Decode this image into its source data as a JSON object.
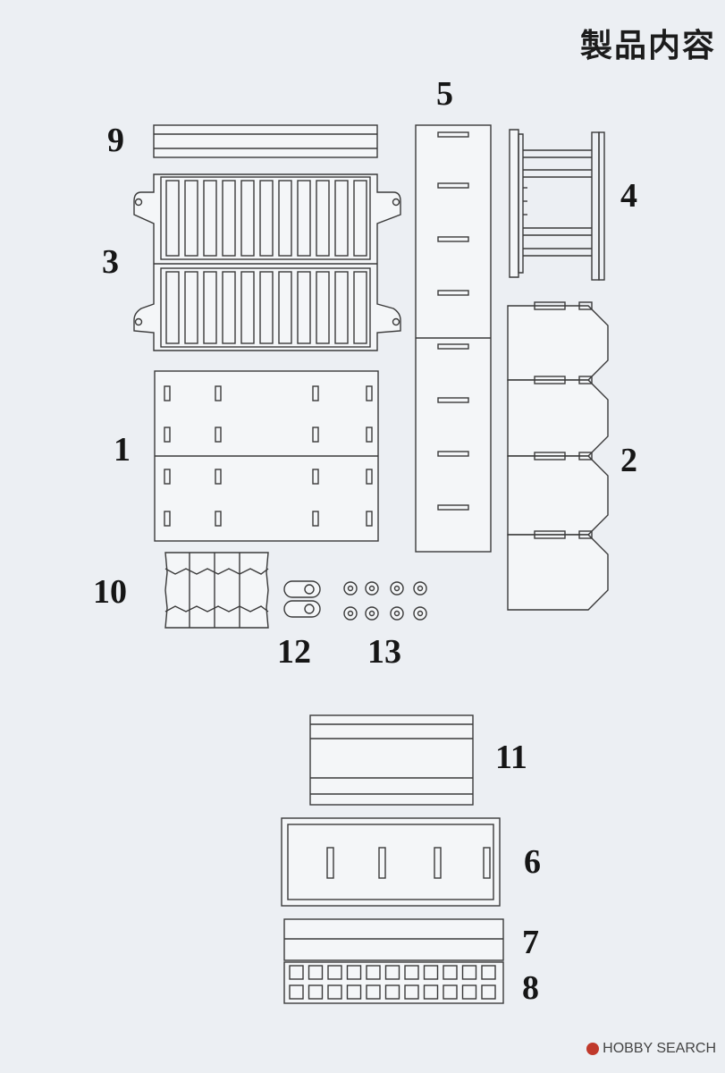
{
  "title": "製品内容",
  "labels": {
    "p1": "1",
    "p2": "2",
    "p3": "3",
    "p4": "4",
    "p5": "5",
    "p6": "6",
    "p7": "7",
    "p8": "8",
    "p9": "9",
    "p10": "10",
    "p11": "11",
    "p12": "12",
    "p13": "13"
  },
  "watermark": "HOBBY SEARCH",
  "colors": {
    "line": "#3a3a3a",
    "background": "#eceff3",
    "part_fill": "#f4f6f8"
  }
}
